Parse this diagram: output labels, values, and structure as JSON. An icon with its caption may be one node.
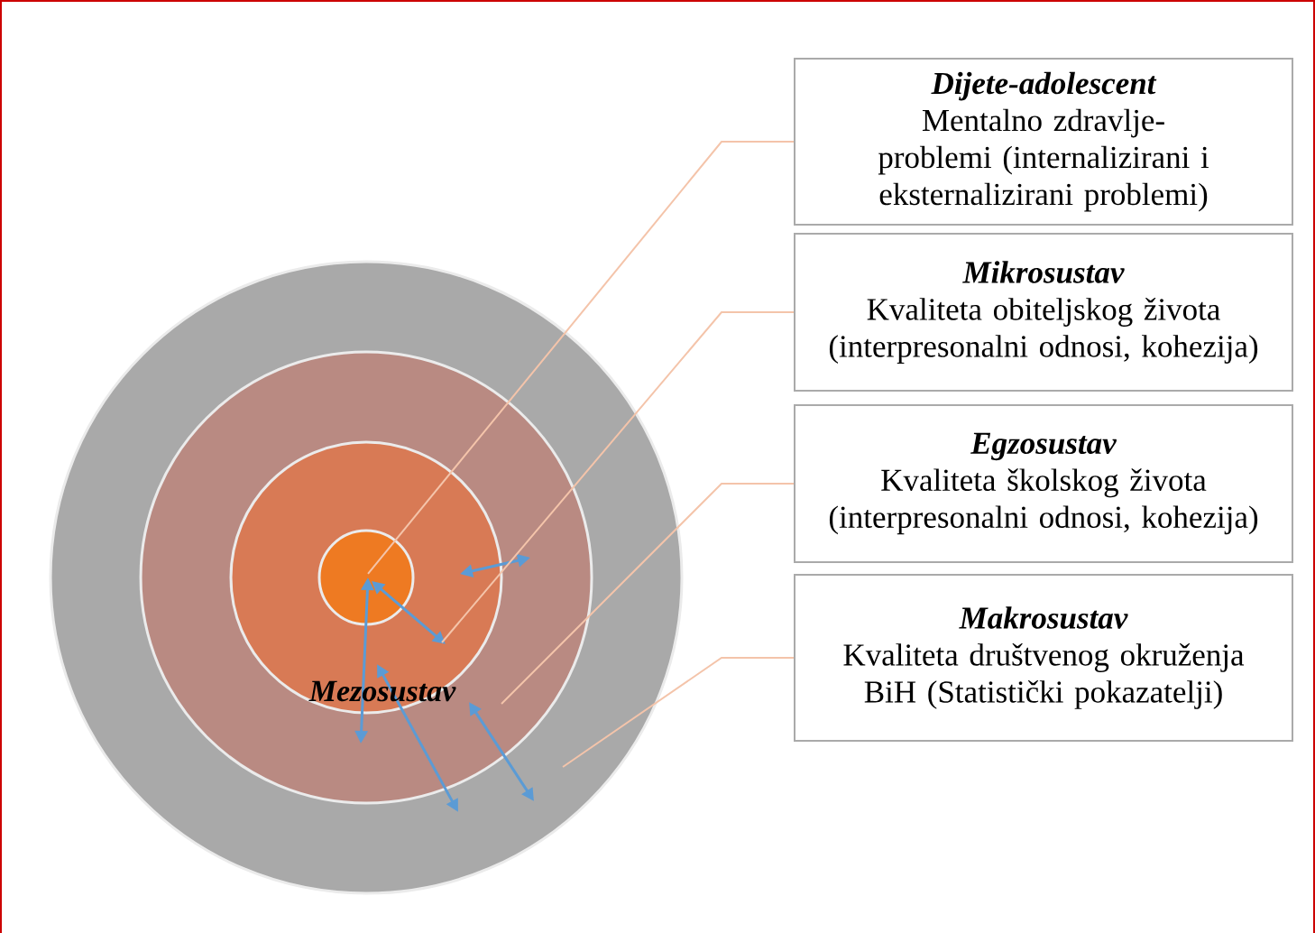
{
  "diagram": {
    "nodes": [
      {
        "text": [],
        "shape": "circle"
      },
      {
        "text": [],
        "shape": "circle",
        "in": 0
      },
      {
        "text": [],
        "shape": "circle",
        "in": 1
      },
      {
        "text": [],
        "shape": "circle",
        "in": 2
      },
      {
        "text": [
          "Dijete-adolescent",
          "Mentalno zdravlje-problemi (internalizirani i eksternalizirani problemi)"
        ]
      },
      {
        "text": [
          "Mikrosustav",
          "Kvaliteta obiteljskog života (interpresonalni odnosi, kohezija)"
        ]
      },
      {
        "text": [
          "Egzosustav",
          "Kvaliteta školskog života (interpresonalni odnosi, kohezija)"
        ]
      },
      {
        "text": [
          "Makrosustav",
          "Kvaliteta društvenog okruženja BiH (Statistički pokazatelji)"
        ]
      }
    ],
    "edges": [
      {
        "from": 4,
        "to": 3,
        "arrow": "none"
      },
      {
        "from": 5,
        "to": 2,
        "arrow": "none"
      },
      {
        "from": 6,
        "to": 1,
        "arrow": "none"
      },
      {
        "from": 7,
        "to": 0,
        "arrow": "none"
      }
    ],
    "labels": [
      "Mezosustav"
    ]
  }
}
